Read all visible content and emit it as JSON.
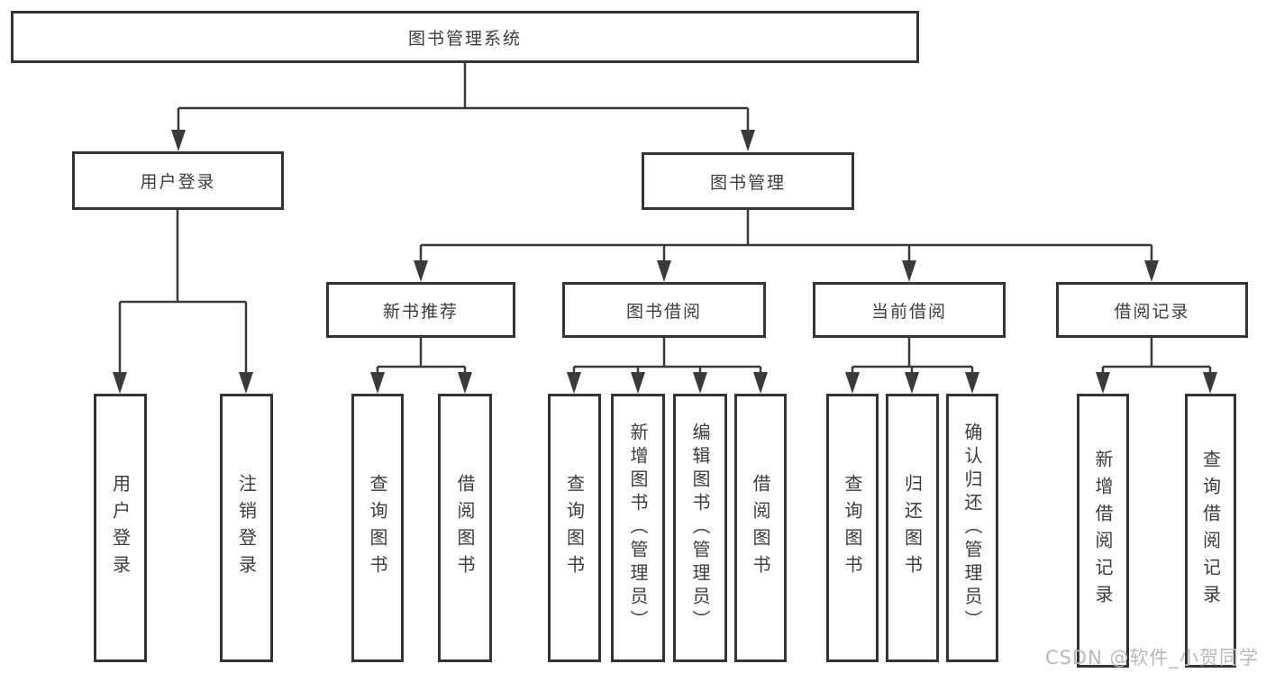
{
  "tree": {
    "root": {
      "label": "图书管理系统"
    },
    "branches": [
      {
        "label": "用户登录",
        "children": [
          {
            "label": "用户登录"
          },
          {
            "label": "注销登录"
          }
        ]
      },
      {
        "label": "图书管理",
        "children": [
          {
            "label": "新书推荐",
            "children": [
              {
                "label": "查询图书"
              },
              {
                "label": "借阅图书"
              }
            ]
          },
          {
            "label": "图书借阅",
            "children": [
              {
                "label": "查询图书"
              },
              {
                "label": "新增图书（管理员）"
              },
              {
                "label": "编辑图书（管理员）"
              },
              {
                "label": "借阅图书"
              }
            ]
          },
          {
            "label": "当前借阅",
            "children": [
              {
                "label": "查询图书"
              },
              {
                "label": "归还图书"
              },
              {
                "label": "确认归还（管理员）"
              }
            ]
          },
          {
            "label": "借阅记录",
            "children": [
              {
                "label": "新增借阅记录"
              },
              {
                "label": "查询借阅记录"
              }
            ]
          }
        ]
      }
    ]
  },
  "watermark": "CSDN @软件_小贺同学",
  "colors": {
    "line": "#3a3a3a",
    "box_border": "#343434",
    "text": "#3c3c3c",
    "watermark": "#b9b9b9",
    "background": "#ffffff"
  }
}
